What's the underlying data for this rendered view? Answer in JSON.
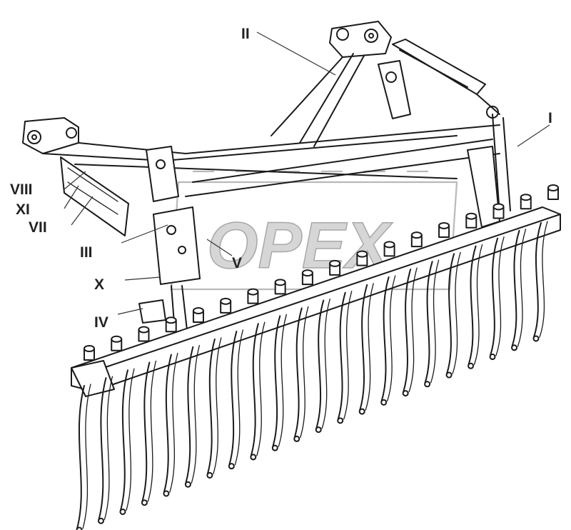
{
  "watermark": {
    "text": "OPEX"
  },
  "callouts": {
    "I": "I",
    "II": "II",
    "III": "III",
    "IV": "IV",
    "V": "V",
    "VII": "VII",
    "VIII": "VIII",
    "X": "X",
    "XI": "XI"
  },
  "colors": {
    "ink": "#1a1a1a",
    "paper": "#ffffff",
    "watermark": "#b9b9b9"
  }
}
